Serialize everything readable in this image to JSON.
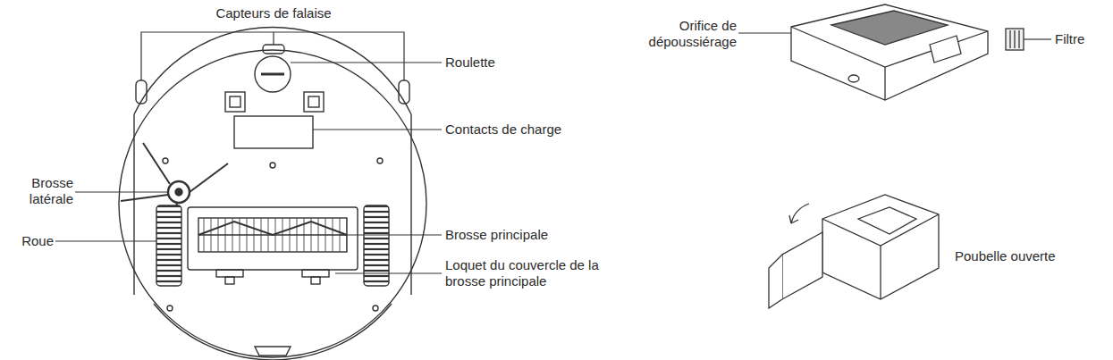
{
  "diagram": {
    "labels": [
      "Capteurs de falaise",
      "Roulette",
      "Brosse latérale",
      "Contacts de charge",
      "Roue",
      "Brosse principale",
      "Loquet du couvercle de la brosse principale",
      "Orifice de dépoussiérage",
      "Filtre",
      "Poubelle ouverte"
    ]
  }
}
